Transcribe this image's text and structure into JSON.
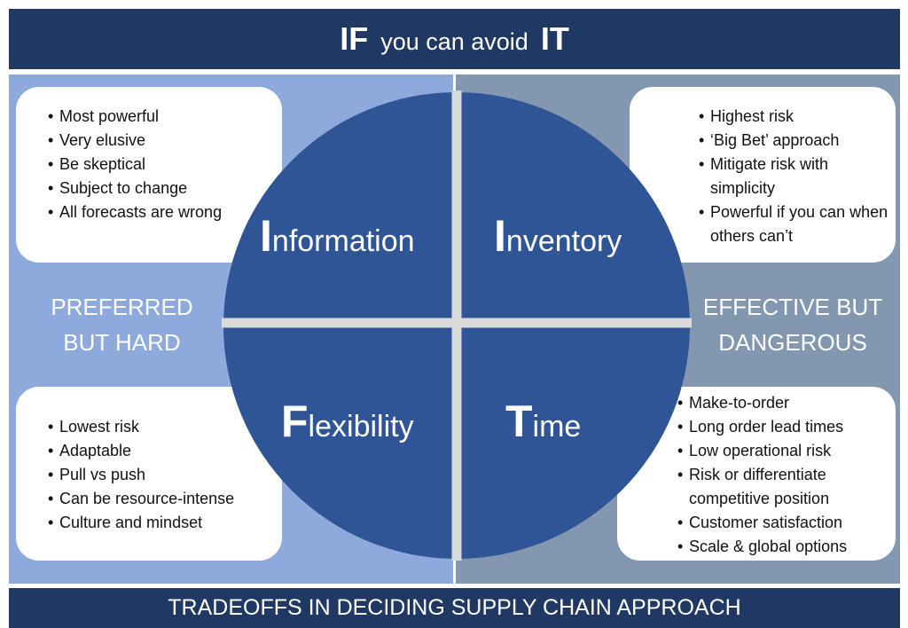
{
  "header": {
    "part1": "IF",
    "part2": "you can avoid",
    "part3": "IT"
  },
  "footer": {
    "text": "TRADEOFFS IN DECIDING SUPPLY CHAIN APPROACH"
  },
  "labels": {
    "left": "PREFERRED\nBUT HARD",
    "right": "EFFECTIVE BUT\nDANGEROUS"
  },
  "quadrants": {
    "information": {
      "cap": "I",
      "rest": "nformation"
    },
    "inventory": {
      "cap": "I",
      "rest": "nventory"
    },
    "flexibility": {
      "cap": "F",
      "rest": "lexibility"
    },
    "time": {
      "cap": "T",
      "rest": "ime"
    }
  },
  "boxes": {
    "top_left": [
      "Most powerful",
      "Very elusive",
      "Be skeptical",
      "Subject to change",
      "All forecasts are wrong"
    ],
    "top_right": [
      "Highest risk",
      "‘Big Bet’ approach",
      "Mitigate risk with simplicity",
      "Powerful if you can when others can’t"
    ],
    "bottom_left": [
      "Lowest risk",
      "Adaptable",
      "Pull vs push",
      "Can be resource-intense",
      "Culture and mindset"
    ],
    "bottom_right": [
      "Make-to-order",
      "Long order lead times",
      "Low operational risk",
      "Risk or differentiate competitive position",
      "Customer satisfaction",
      "Scale & global options"
    ]
  },
  "colors": {
    "header_bg": "#1f3864",
    "left_panel": "#8ea9db",
    "right_panel": "#8497b0",
    "circle": "#2f5597",
    "box_bg": "#ffffff"
  }
}
